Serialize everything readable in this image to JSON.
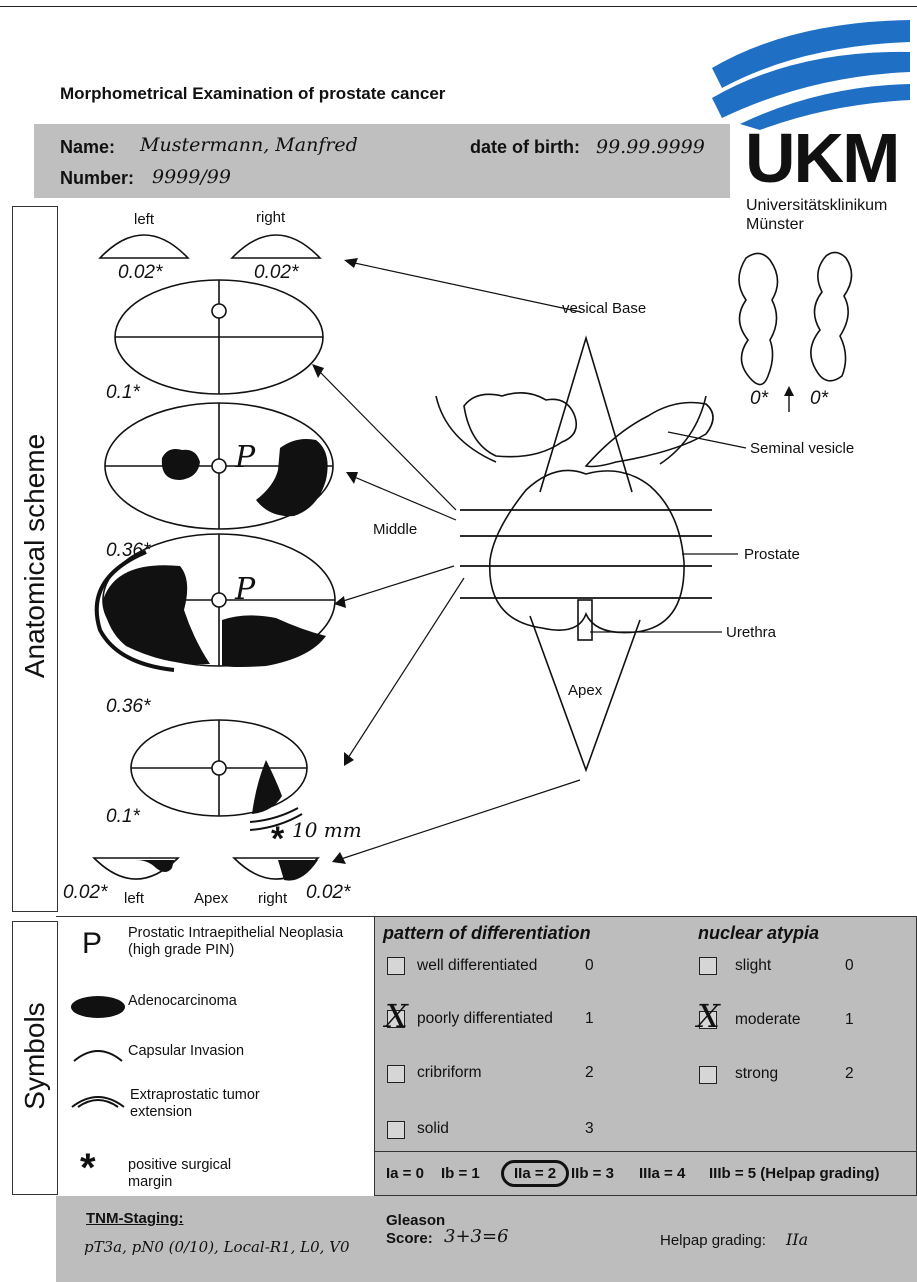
{
  "header": {
    "title": "Morphometrical Examination of prostate cancer",
    "name_label": "Name:",
    "name_value": "Mustermann, Manfred",
    "dob_label": "date of birth:",
    "dob_value": "99.99.9999",
    "number_label": "Number:",
    "number_value": "9999/99"
  },
  "logo": {
    "text": "UKM",
    "line1": "Universitätsklinikum",
    "line2": "Münster",
    "color": "#1f6fc4"
  },
  "scheme": {
    "section_label": "Anatomical scheme",
    "left": "left",
    "right": "right",
    "top_left_value": "0.02*",
    "top_right_value": "0.02*",
    "slice1_value": "0.1*",
    "slice2_value": "0.36*",
    "slice3_value": "0.36*",
    "slice4_value": "0.1*",
    "bottom_left_value": "0.02*",
    "bottom_right_value": "0.02*",
    "bottom_left": "left",
    "bottom_apex": "Apex",
    "bottom_right": "right",
    "margin_note": "10 mm",
    "pin_symbol": "P",
    "labels": {
      "vesical_base": "vesical Base",
      "seminal_vesicle": "Seminal vesicle",
      "middle": "Middle",
      "prostate": "Prostate",
      "urethra": "Urethra",
      "apex": "Apex",
      "sv_left_value": "0*",
      "sv_right_value": "0*"
    }
  },
  "symbols": {
    "section_label": "Symbols",
    "items": [
      {
        "glyph": "P",
        "text": "Prostatic Intraepithelial Neoplasia (high grade PIN)"
      },
      {
        "text": "Adenocarcinoma"
      },
      {
        "text": "Capsular Invasion"
      },
      {
        "text": "Extraprostatic tumor extension"
      },
      {
        "glyph": "*",
        "text": "positive surgical margin"
      }
    ]
  },
  "differentiation": {
    "title": "pattern of differentiation",
    "options": [
      {
        "label": "well differentiated",
        "value": "0",
        "checked": false
      },
      {
        "label": "poorly differentiated",
        "value": "1",
        "checked": true
      },
      {
        "label": "cribriform",
        "value": "2",
        "checked": false
      },
      {
        "label": "solid",
        "value": "3",
        "checked": false
      }
    ]
  },
  "atypia": {
    "title": "nuclear atypia",
    "options": [
      {
        "label": "slight",
        "value": "0",
        "checked": false
      },
      {
        "label": "moderate",
        "value": "1",
        "checked": true
      },
      {
        "label": "strong",
        "value": "2",
        "checked": false
      }
    ]
  },
  "helpap_scale": {
    "ia": "Ia = 0",
    "ib": "Ib = 1",
    "iia": "IIa = 2",
    "iib": "IIb = 3",
    "iiia": "IIIa = 4",
    "iiib": "IIIb = 5 (Helpap grading)",
    "selected": "IIa = 2"
  },
  "footer": {
    "tnm_label": "TNM-Staging:",
    "tnm_value": "pT3a, pN0 (0/10), Local-R1, L0, V0",
    "gleason_label": "Gleason",
    "score_label": "Score:",
    "score_value": "3+3=6",
    "helpap_label": "Helpap grading:",
    "helpap_value": "IIa"
  }
}
